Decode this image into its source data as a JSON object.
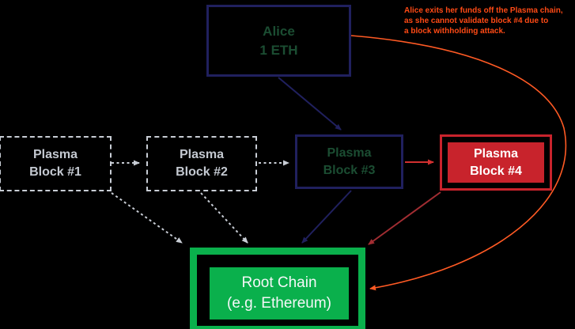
{
  "colors": {
    "background": "#000000",
    "navy": "#20205e",
    "dark_green_text": "#1b4d32",
    "bright_green": "#0ab04c",
    "red": "#c8232c",
    "bright_red": "#d23030",
    "dark_red": "#a12d32",
    "orange": "#ff5a24",
    "annotation_orange": "#ff4a15",
    "gray": "#c8cdd5",
    "white": "#ffffff"
  },
  "annotation": {
    "line1": "Alice exits her funds off the Plasma chain,",
    "line2": "as she cannot validate block #4 due to",
    "line3": "a block withholding attack."
  },
  "nodes": {
    "alice": {
      "title": "Alice",
      "subtitle": "1 ETH"
    },
    "block1": {
      "title": "Plasma",
      "subtitle": "Block #1"
    },
    "block2": {
      "title": "Plasma",
      "subtitle": "Block #2"
    },
    "block3": {
      "title": "Plasma",
      "subtitle": "Block #3"
    },
    "block4": {
      "title": "Plasma",
      "subtitle": "Block #4"
    },
    "root": {
      "title": "Root Chain",
      "subtitle": "(e.g. Ethereum)"
    }
  },
  "edges": [
    {
      "from": "Plasma Block #1",
      "to": "Plasma Block #2",
      "style": "dashed-gray"
    },
    {
      "from": "Plasma Block #2",
      "to": "Plasma Block #3",
      "style": "dashed-gray"
    },
    {
      "from": "Alice",
      "to": "Plasma Block #3",
      "style": "solid-navy"
    },
    {
      "from": "Plasma Block #3",
      "to": "Plasma Block #4",
      "style": "solid-red"
    },
    {
      "from": "Plasma Block #1",
      "to": "Root Chain",
      "style": "dashed-gray"
    },
    {
      "from": "Plasma Block #2",
      "to": "Root Chain",
      "style": "dashed-gray"
    },
    {
      "from": "Plasma Block #3",
      "to": "Root Chain",
      "style": "solid-navy"
    },
    {
      "from": "Plasma Block #4",
      "to": "Root Chain",
      "style": "solid-dark-red"
    },
    {
      "from": "Alice",
      "to": "Root Chain",
      "style": "curved-orange-exit"
    }
  ]
}
